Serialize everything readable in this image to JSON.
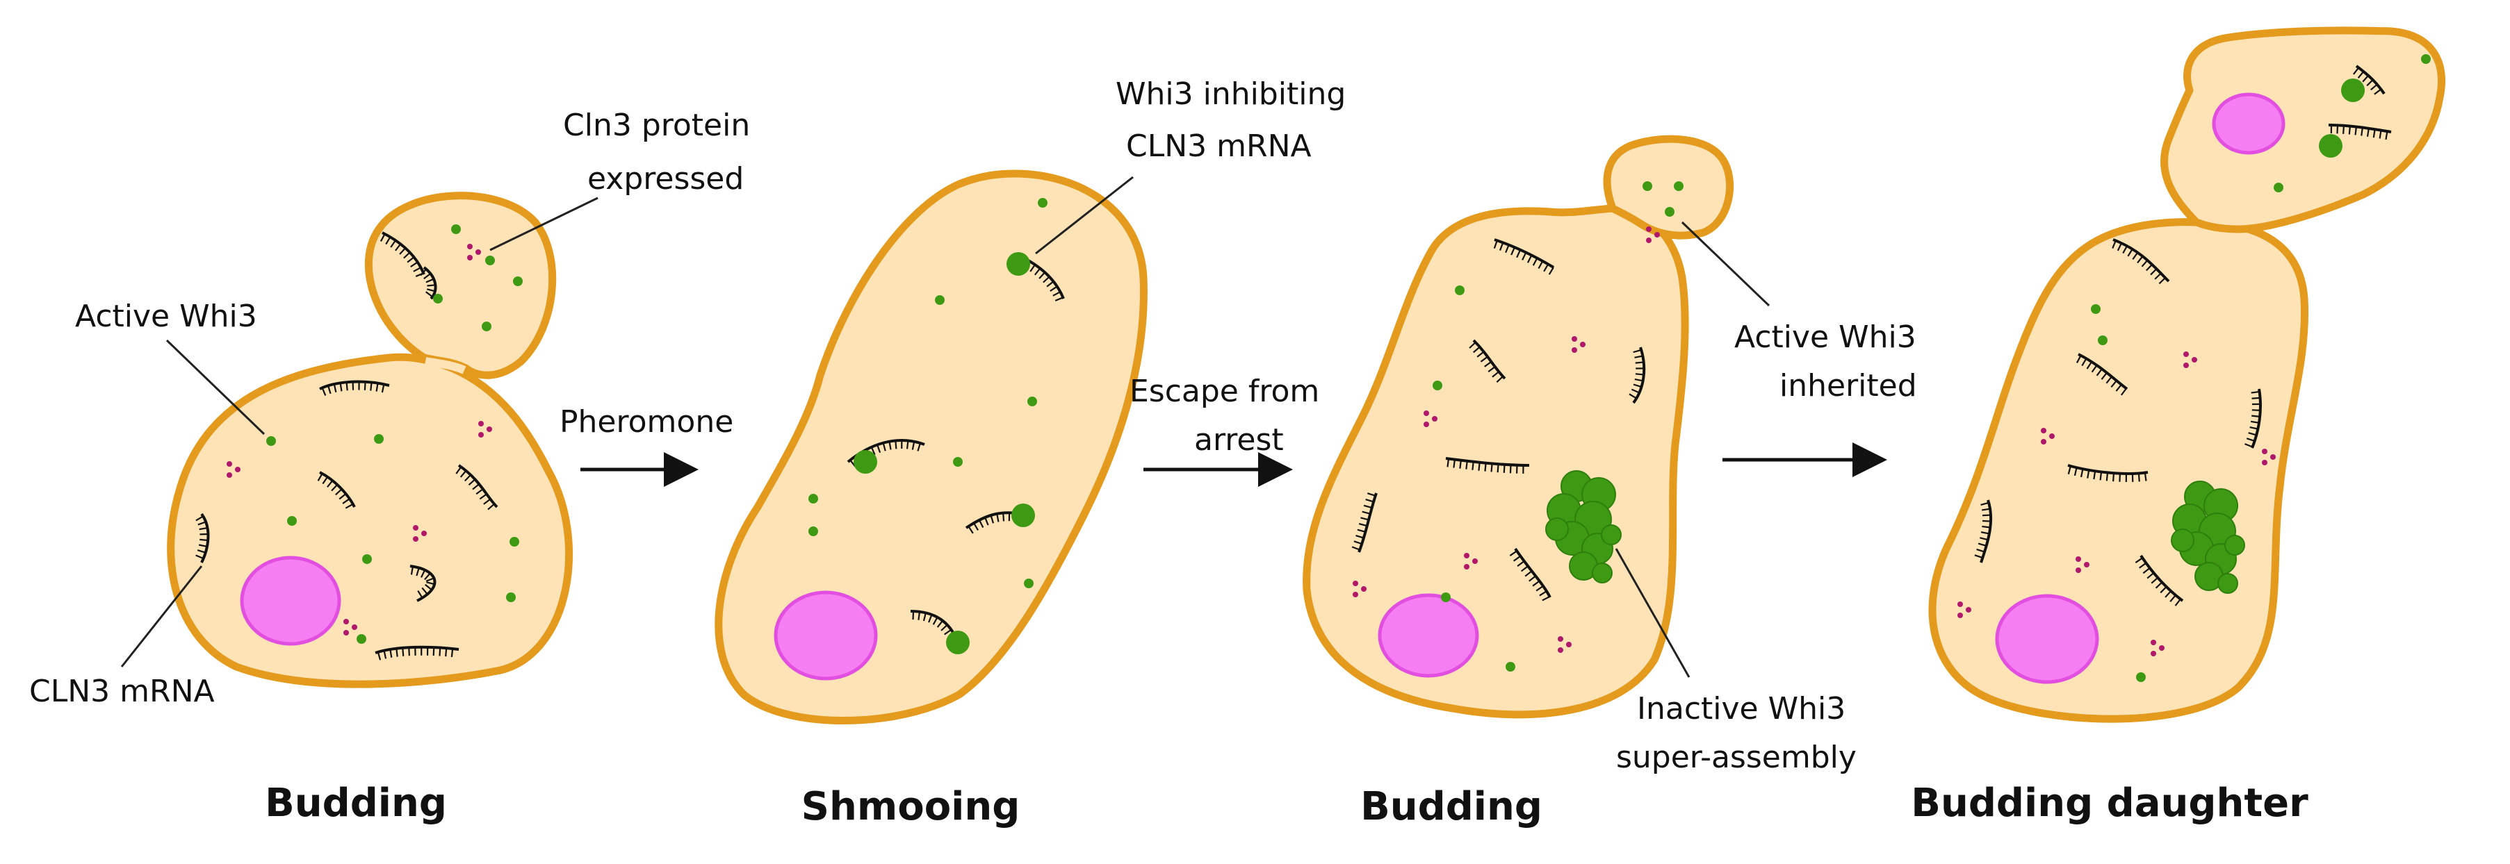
{
  "diagram": {
    "stage_titles": [
      "Budding",
      "Shmooing",
      "Budding",
      "Budding daughter"
    ],
    "transitions": {
      "pheromone": "Pheromone",
      "escape_line1": "Escape from",
      "escape_line2": "arrest"
    },
    "labels": {
      "cln3_protein_line1": "Cln3 protein",
      "cln3_protein_line2": "expressed",
      "active_whi3": "Active Whi3",
      "cln3_mrna": "CLN3 mRNA",
      "whi3_inhibiting_line1": "Whi3 inhibiting",
      "whi3_inhibiting_line2": "CLN3 mRNA",
      "active_whi3_inherited_line1": "Active Whi3",
      "active_whi3_inherited_line2": "inherited",
      "inactive_whi3_line1": "Inactive Whi3",
      "inactive_whi3_line2": "super-assembly"
    },
    "colors": {
      "cytoplasm": "#fde3b6",
      "membrane": "#e49a1c",
      "nucleus": "#f67ef3",
      "whi3": "#3d9a12",
      "cln3_protein": "#b0186b",
      "mrna": "#111111"
    }
  }
}
